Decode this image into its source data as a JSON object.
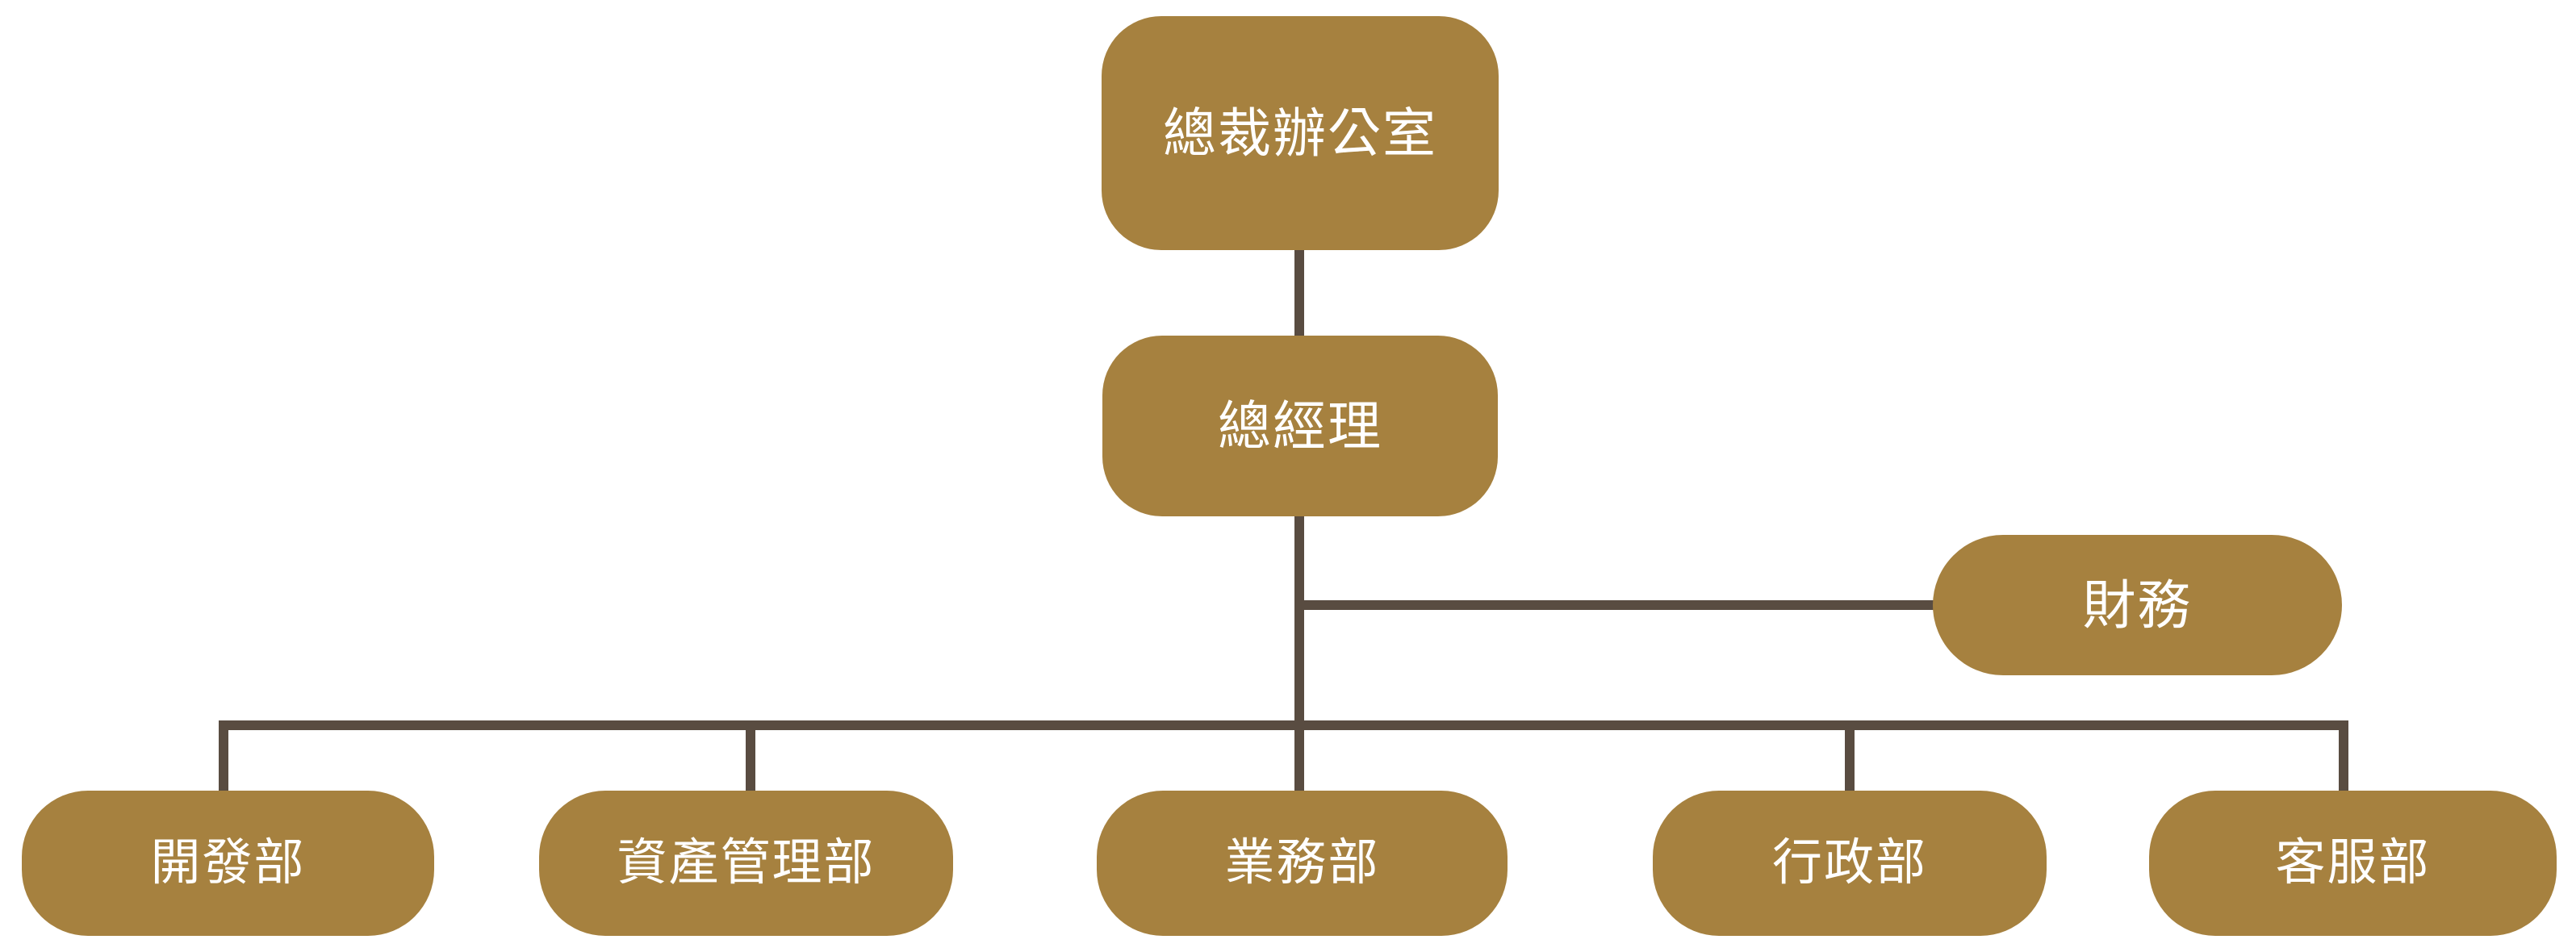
{
  "org_chart": {
    "title": "organization-chart",
    "root": {
      "label": "總裁辦公室"
    },
    "manager": {
      "label": "總經理"
    },
    "side_branch": {
      "label": "財務"
    },
    "departments": [
      {
        "label": "開發部"
      },
      {
        "label": "資產管理部"
      },
      {
        "label": "業務部"
      },
      {
        "label": "行政部"
      },
      {
        "label": "客服部"
      }
    ]
  },
  "colors": {
    "node_fill": "#A6813F",
    "connector": "#594C41",
    "node_text": "#FFFFFF",
    "background": "#FFFFFF"
  }
}
